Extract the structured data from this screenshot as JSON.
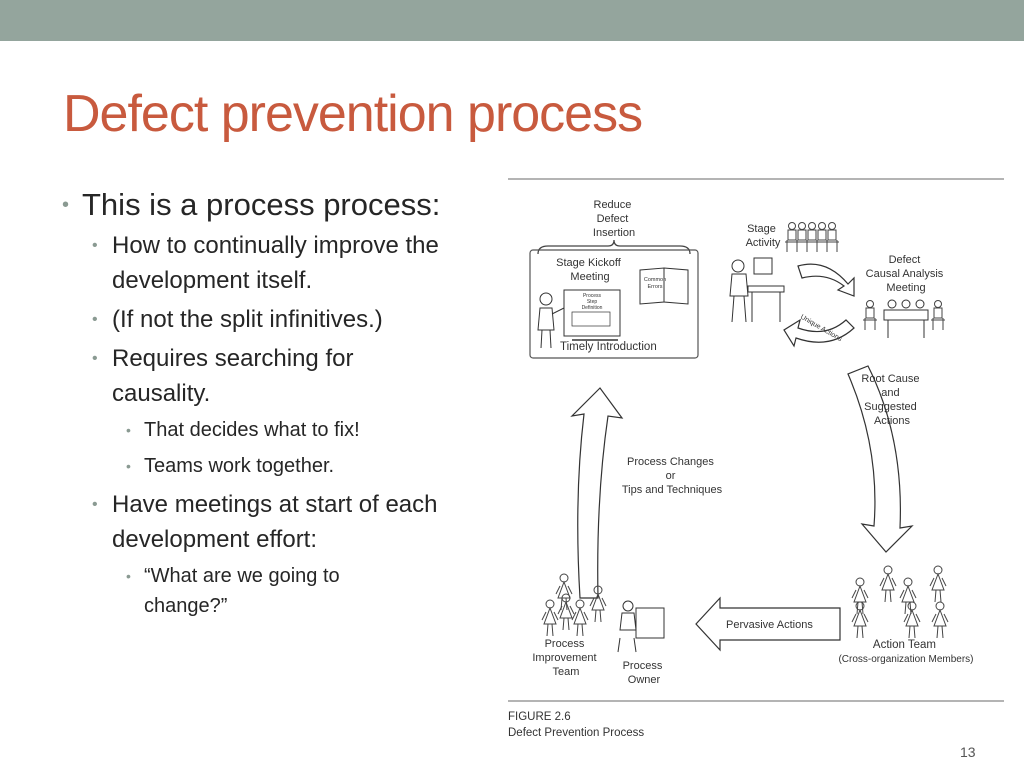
{
  "slide": {
    "title": "Defect prevention process",
    "page_number": "13",
    "colors": {
      "top_bar": "#94a59d",
      "title": "#c85a3e",
      "text": "#262626",
      "bullet": "#8a9a92"
    }
  },
  "bullets": [
    {
      "level": 1,
      "text": "This is a process process:"
    },
    {
      "level": 2,
      "text": "How to continually improve the development itself."
    },
    {
      "level": 2,
      "text": "(If not the split infinitives.)"
    },
    {
      "level": 2,
      "text": "Requires searching for causality."
    },
    {
      "level": 3,
      "text": "That decides what to fix!"
    },
    {
      "level": 3,
      "text": "Teams work together."
    },
    {
      "level": 2,
      "text": "Have meetings at start of each development effort:"
    },
    {
      "level": 3,
      "text": "“What are we going to change?”"
    }
  ],
  "figure": {
    "reduce_label": [
      "Reduce",
      "Defect",
      "Insertion"
    ],
    "kickoff_label": [
      "Stage Kickoff",
      "Meeting"
    ],
    "common_errors": [
      "Common",
      "Errors"
    ],
    "process_board": [
      "Process",
      "Step",
      "Definition"
    ],
    "timely_intro": "Timely Introduction",
    "stage_activity": [
      "Stage",
      "Activity"
    ],
    "causal_analysis": [
      "Defect",
      "Causal Analysis",
      "Meeting"
    ],
    "unique_actions": "Unique Actions",
    "root_cause": [
      "Root Cause",
      "and",
      "Suggested",
      "Actions"
    ],
    "process_changes": [
      "Process Changes",
      "or",
      "Tips and Techniques"
    ],
    "pervasive_actions": "Pervasive Actions",
    "action_team": [
      "Action Team",
      "(Cross-organization Members)"
    ],
    "improvement_team": [
      "Process",
      "Improvement",
      "Team"
    ],
    "process_owner": [
      "Process",
      "Owner"
    ],
    "caption_number": "FIGURE 2.6",
    "caption_title": "Defect Prevention Process"
  }
}
